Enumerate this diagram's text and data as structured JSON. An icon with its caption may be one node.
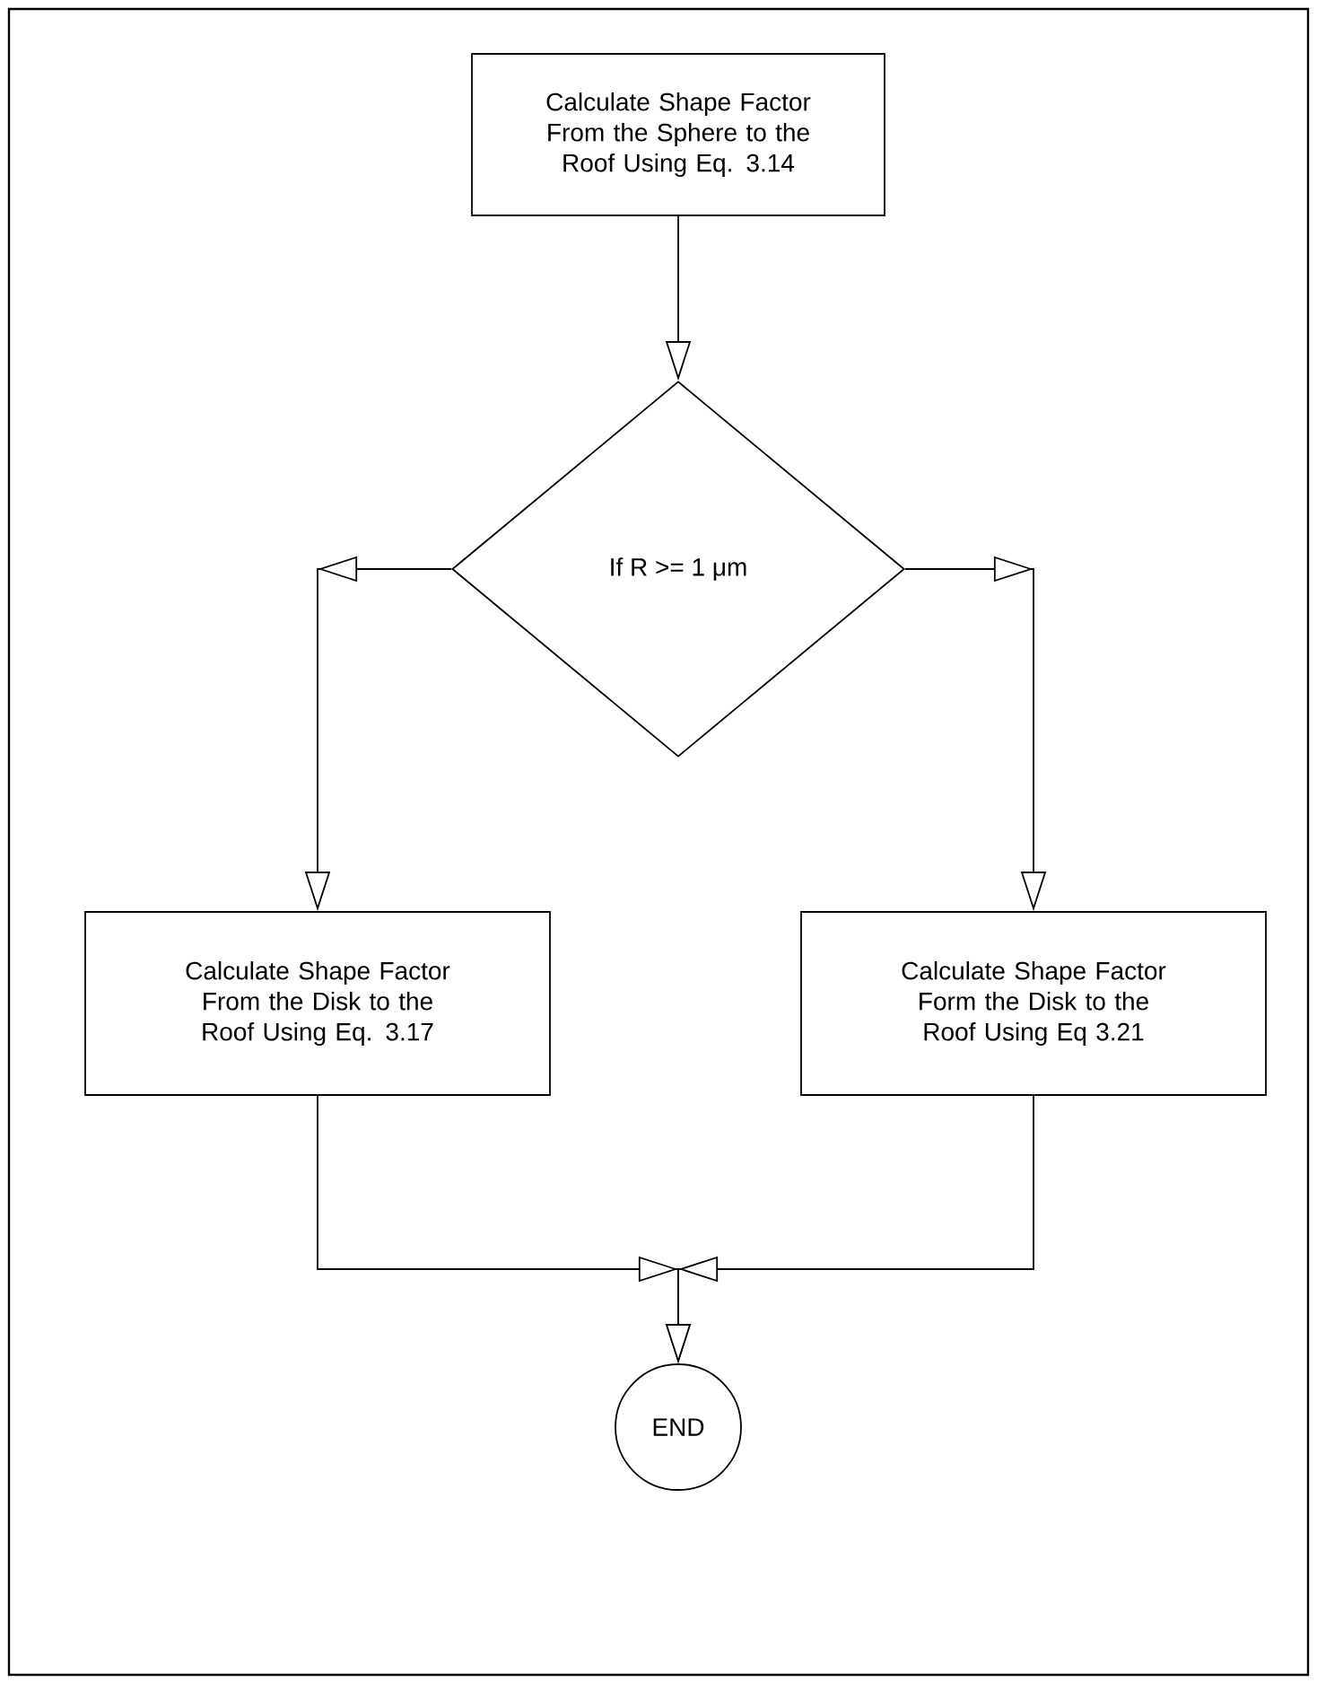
{
  "diagram": {
    "nodes": [
      {
        "text": [
          "Calculate Shape Factor From the Sphere to the Roof Using Eq. 3.14"
        ]
      },
      {
        "text": [
          "If R >= 1 μm"
        ]
      },
      {
        "text": [
          "Calculate Shape Factor From the Disk to the Roof Using Eq. 3.17"
        ]
      },
      {
        "text": [
          "Calculate Shape Factor Form the Disk to the Roof Using Eq 3.21"
        ]
      },
      {
        "text": [
          "END"
        ]
      }
    ],
    "edges": [
      {
        "from": 0,
        "to": 1,
        "arrow": "to"
      },
      {
        "from": 1,
        "to": 2,
        "arrow": "to"
      },
      {
        "from": 1,
        "to": 3,
        "arrow": "to"
      },
      {
        "from": 2,
        "to": 4,
        "arrow": "to"
      },
      {
        "from": 3,
        "to": 4,
        "arrow": "to"
      }
    ]
  }
}
